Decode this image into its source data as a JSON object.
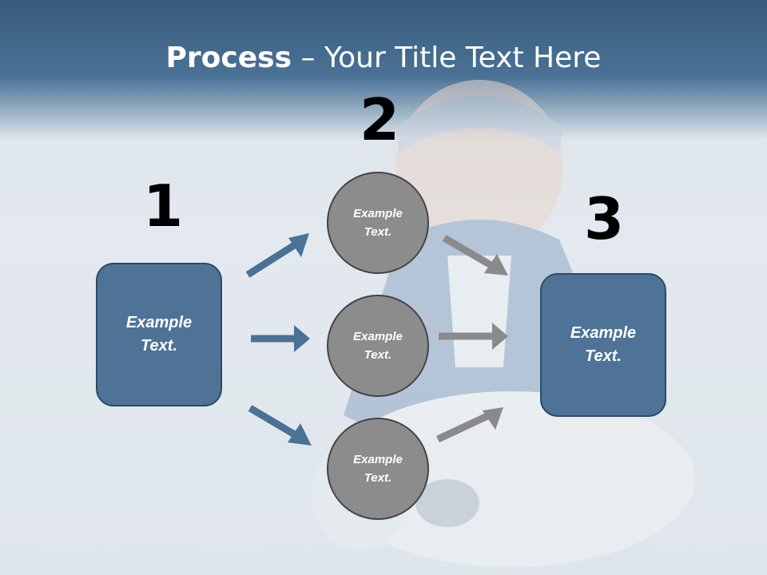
{
  "title": {
    "bold": "Process",
    "rest": " – Your Title Text Here"
  },
  "numbers": {
    "one": "1",
    "two": "2",
    "three": "3"
  },
  "left_box": {
    "line1": "Example",
    "line2": "Text."
  },
  "right_box": {
    "line1": "Example",
    "line2": "Text."
  },
  "circles": [
    {
      "line1": "Example",
      "line2": "Text."
    },
    {
      "line1": "Example",
      "line2": "Text."
    },
    {
      "line1": "Example",
      "line2": "Text."
    }
  ],
  "colors": {
    "header": "#375b7b",
    "box": "#4e7397",
    "circle": "#8c8c8c",
    "blue_arrow": "#4a7296",
    "gray_arrow": "#8a8a8a"
  }
}
